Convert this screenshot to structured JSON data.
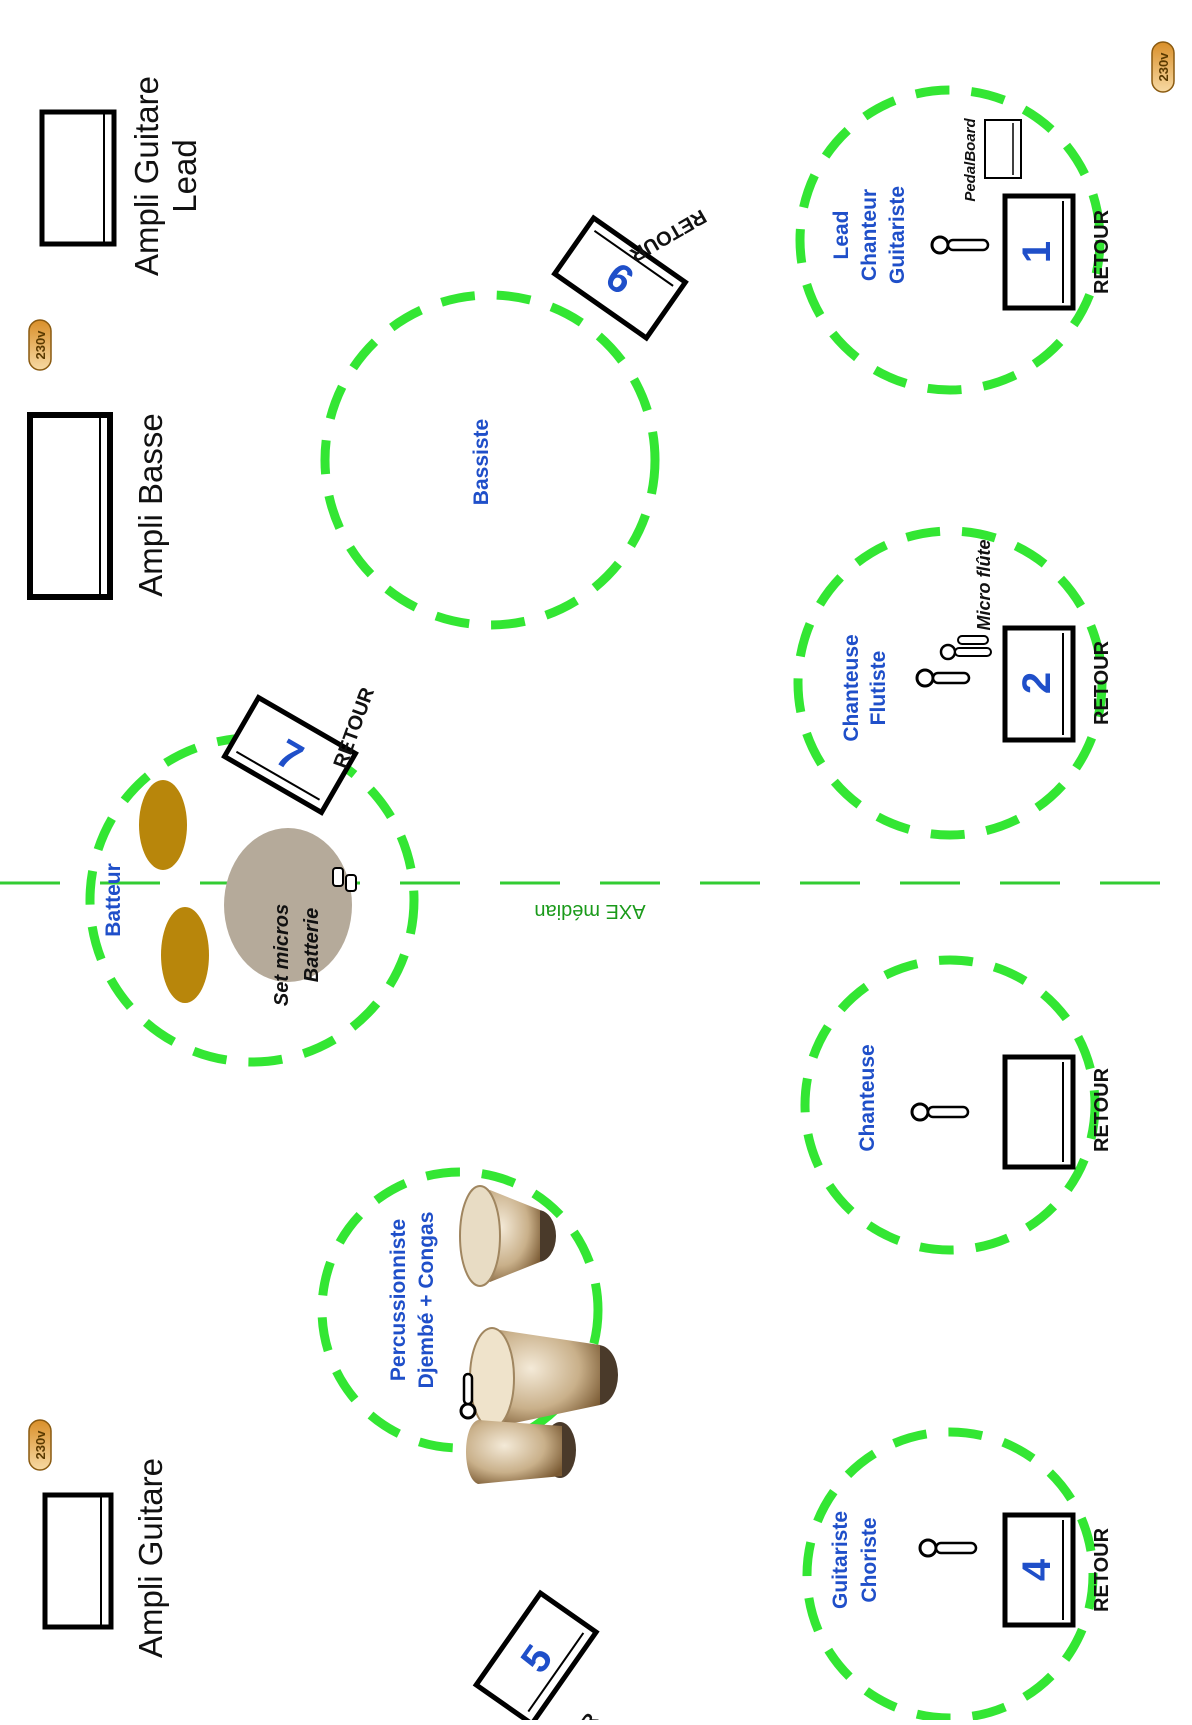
{
  "colors": {
    "dashed_circle": "#33e633",
    "role_text": "#1f4fc9",
    "axe_line": "#33cc33",
    "cymbal": "#b8860b",
    "drum": "#b5aa9a",
    "power_badge": "#e8a64a"
  },
  "amplifiers": {
    "guitare": "Ampli Guitare",
    "basse": "Ampli Basse",
    "guitare_lead": [
      "Ampli Guitare",
      "Lead"
    ]
  },
  "power": {
    "label": "230v"
  },
  "axe": {
    "label": "AXE médian"
  },
  "musicians": {
    "percussionniste": [
      "Percussionniste",
      "Djembé + Congas"
    ],
    "batteur": "Batteur",
    "drum_mics": [
      "Set micros",
      "Batterie"
    ],
    "bassiste": "Bassiste",
    "guitariste_choriste": [
      "Guitariste",
      "Choriste"
    ],
    "chanteuse": "Chanteuse",
    "chanteuse_flutiste": [
      "Chanteuse",
      "Flutiste"
    ],
    "micro_flute": "Micro flûte",
    "lead": [
      "Lead",
      "Chanteur",
      "Guitariste"
    ],
    "pedalboard": "PedalBoard"
  },
  "monitors": {
    "label": "RETOUR",
    "m1": "1",
    "m2": "2",
    "m4": "4",
    "m5": "5",
    "m6": "6",
    "m7": "7"
  }
}
